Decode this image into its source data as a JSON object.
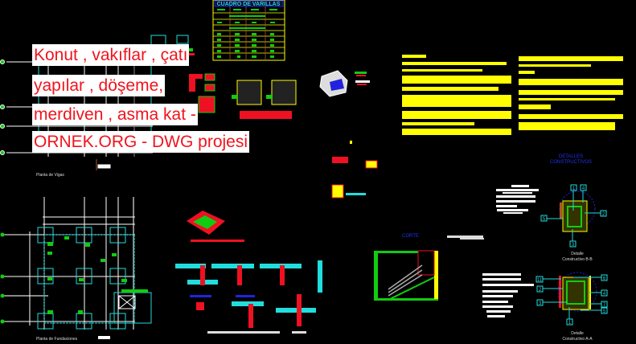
{
  "overlay_title": {
    "lines": [
      "Konut , vakıflar , çatı",
      "yapılar , döşeme,",
      "merdiven , asma kat -",
      "ORNEK.ORG - DWG projesi"
    ]
  },
  "drawing": {
    "table_title": "CUADRO DE VARILLAS",
    "details_heading": [
      "DETALLES",
      "CONSTRUCTIVOS"
    ],
    "detail_bb": [
      "Detalle",
      "Constructivo B-B"
    ],
    "detail_aa": [
      "Detalle",
      "Constructivo A-A"
    ],
    "callouts_bb": [
      "1",
      "4",
      "2",
      "5",
      "3"
    ],
    "callouts_aa": [
      "11",
      "2",
      "3",
      "6",
      "4",
      "7",
      "5",
      "1"
    ]
  },
  "colors": {
    "background": "#000000",
    "title_text": "#f0141e",
    "title_bg": "#ffffff",
    "cad_yellow": "#ffff00",
    "cad_cyan": "#22dddd",
    "cad_green": "#11cc11",
    "cad_red": "#ee1122"
  }
}
